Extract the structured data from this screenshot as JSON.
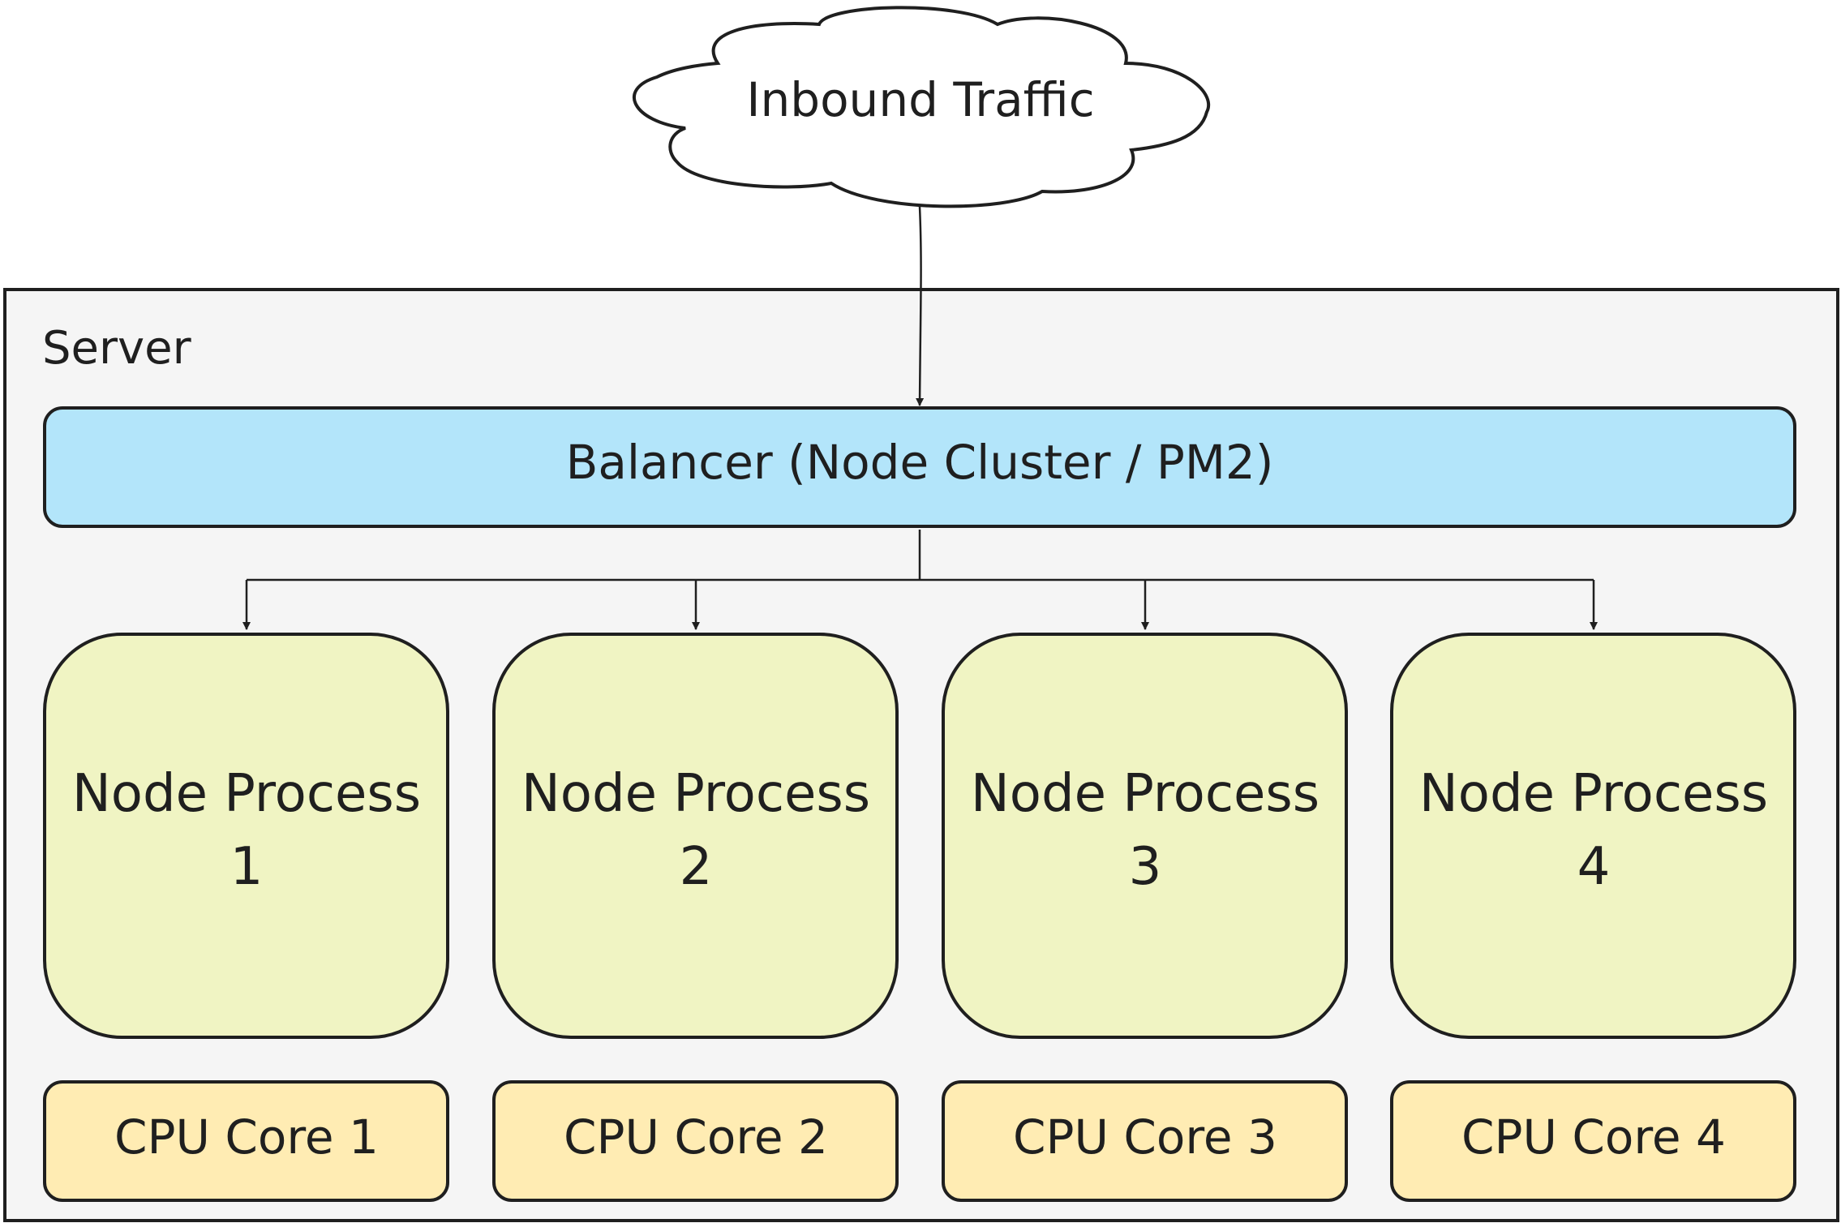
{
  "cloud": {
    "label": "Inbound Traffic"
  },
  "server": {
    "label": "Server"
  },
  "balancer": {
    "label": "Balancer (Node Cluster / PM2)"
  },
  "processes": [
    {
      "line1": "Node Process",
      "line2": "1"
    },
    {
      "line1": "Node Process",
      "line2": "2"
    },
    {
      "line1": "Node Process",
      "line2": "3"
    },
    {
      "line1": "Node Process",
      "line2": "4"
    }
  ],
  "cores": [
    {
      "label": "CPU Core 1"
    },
    {
      "label": "CPU Core 2"
    },
    {
      "label": "CPU Core 3"
    },
    {
      "label": "CPU Core 4"
    }
  ],
  "colors": {
    "server_fill": "#f5f5f5",
    "balancer_fill": "#b3e5fa",
    "process_fill": "#f0f4c3",
    "core_fill": "#ffecb3",
    "stroke": "#1f1f1f"
  }
}
